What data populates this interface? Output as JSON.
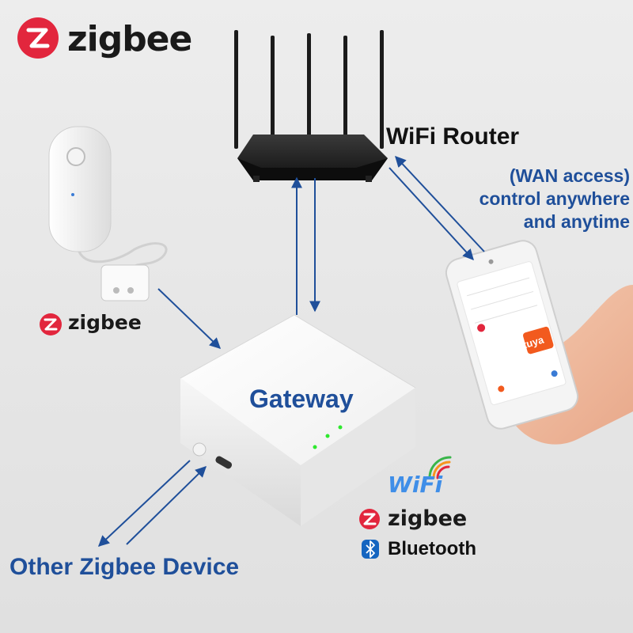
{
  "header_logo": {
    "text": "zigbee",
    "icon": "zigbee-logo-icon",
    "color": "#e2263d"
  },
  "router": {
    "label": "WiFi Router",
    "icon": "wifi-router-icon"
  },
  "phone": {
    "annotation_lines": [
      "(WAN access)",
      "control anywhere",
      "and anytime"
    ],
    "app_badge": "tuya",
    "icon": "smartphone-icon"
  },
  "sensor": {
    "logo_text": "zigbee",
    "icon": "water-leak-sensor-icon"
  },
  "gateway": {
    "label": "Gateway",
    "icon": "gateway-hub-icon"
  },
  "other_device": {
    "label": "Other Zigbee Device"
  },
  "protocols": {
    "wifi": "WiFi",
    "zigbee": "zigbee",
    "bluetooth": "Bluetooth"
  },
  "colors": {
    "arrow": "#1f4f9a",
    "label_blue": "#1f4f9a",
    "zigbee_red": "#e2263d",
    "led_green": "#2ee82e"
  }
}
